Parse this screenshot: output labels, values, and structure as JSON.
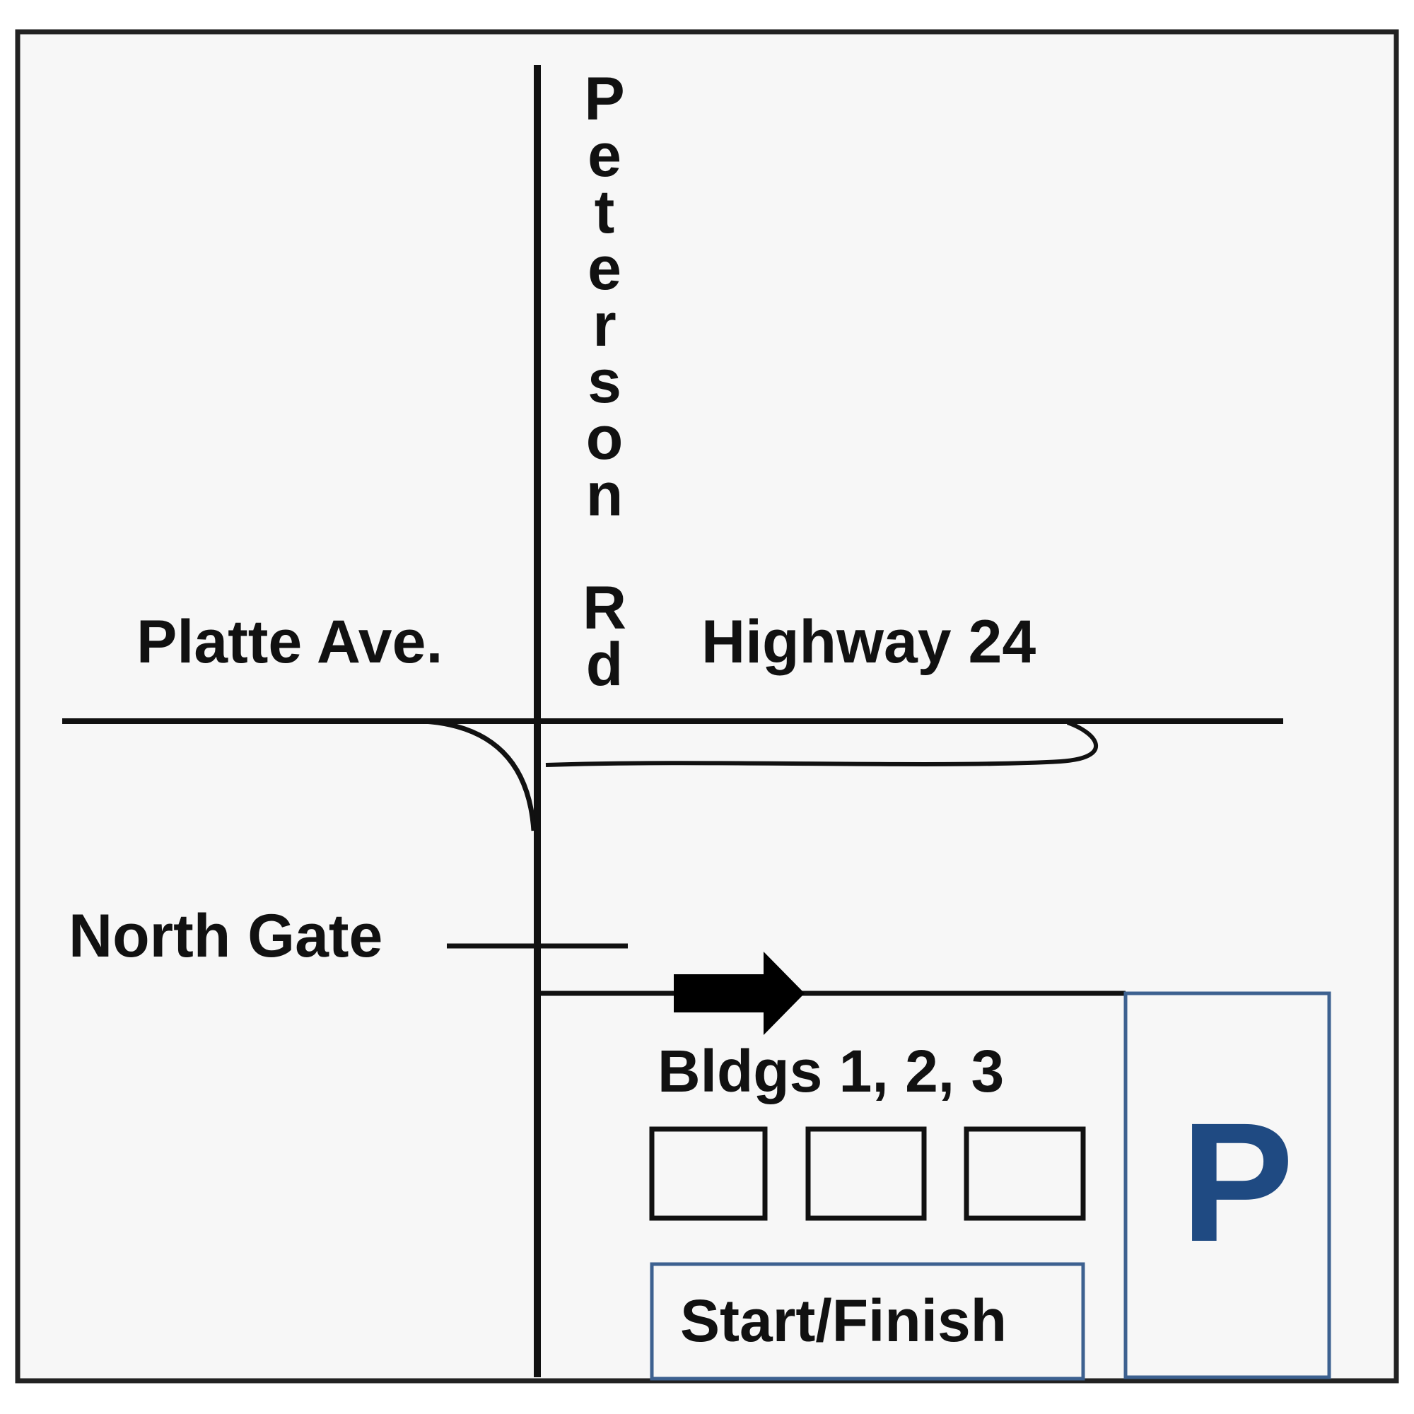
{
  "map": {
    "roads": {
      "peterson_rd": "Peterson Rd",
      "peterson_rd_letters": [
        "P",
        "e",
        "t",
        "e",
        "r",
        "s",
        "o",
        "n",
        "",
        "R",
        "d"
      ],
      "platte_ave": "Platte Ave.",
      "highway_24": "Highway 24",
      "north_gate": "North Gate"
    },
    "buildings_label": "Bldgs 1, 2, 3",
    "start_finish": "Start/Finish",
    "parking": "P",
    "colors": {
      "background": "#f7f7f7",
      "lines": "#111111",
      "parking_accent": "#1f4a82",
      "box_border": "#3d6190"
    },
    "icons": {
      "direction_arrow": "arrow-right-icon",
      "buildings": "building-icon"
    }
  }
}
